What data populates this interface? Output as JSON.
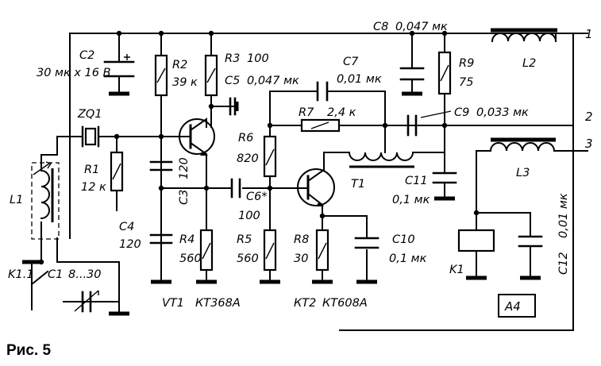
{
  "figure": {
    "caption": "Рис. 5",
    "block_label": "А4",
    "terminals": [
      "1",
      "2",
      "3"
    ]
  },
  "components": {
    "c2": {
      "ref": "C2",
      "value": "30 мк х 16 В"
    },
    "r2": {
      "ref": "R2",
      "value": "39 к"
    },
    "r3": {
      "ref": "R3",
      "value": "100"
    },
    "c5": {
      "ref": "C5",
      "value": "0,047 мк"
    },
    "c8": {
      "ref": "C8",
      "value": "0,047 мк"
    },
    "l2": {
      "ref": "L2"
    },
    "c7": {
      "ref": "C7",
      "value": "0,01 мк"
    },
    "r9": {
      "ref": "R9",
      "value": "75"
    },
    "zq1": {
      "ref": "ZQ1"
    },
    "r7": {
      "ref": "R7",
      "value": "2,4 к"
    },
    "c9": {
      "ref": "C9",
      "value": "0,033 мк"
    },
    "r1": {
      "ref": "R1",
      "value": "12 к"
    },
    "c3": {
      "ref": "C3",
      "value": "120"
    },
    "r6": {
      "ref": "R6",
      "value": "820"
    },
    "l3": {
      "ref": "L3"
    },
    "l1": {
      "ref": "L1"
    },
    "c6": {
      "ref": "C6*",
      "value": "100"
    },
    "t1": {
      "ref": "T1"
    },
    "c11": {
      "ref": "C11",
      "value": "0,1 мк"
    },
    "c12": {
      "ref": "C12",
      "value": "0,01 мк"
    },
    "c4": {
      "ref": "C4",
      "value": "120"
    },
    "r4": {
      "ref": "R4",
      "value": "560"
    },
    "r5": {
      "ref": "R5",
      "value": "560"
    },
    "r8": {
      "ref": "R8",
      "value": "30"
    },
    "c10": {
      "ref": "C10",
      "value": "0,1 мк"
    },
    "k1": {
      "ref": "K1"
    },
    "k11": {
      "ref": "K1.1"
    },
    "c1": {
      "ref": "C1",
      "value": "8...30"
    },
    "vt1": {
      "ref": "VT1",
      "value": "КТ368А"
    },
    "vt2": {
      "ref": "КТ2",
      "value": "КТ608А"
    }
  },
  "colors": {
    "ink": "#000000",
    "paper": "#ffffff"
  }
}
